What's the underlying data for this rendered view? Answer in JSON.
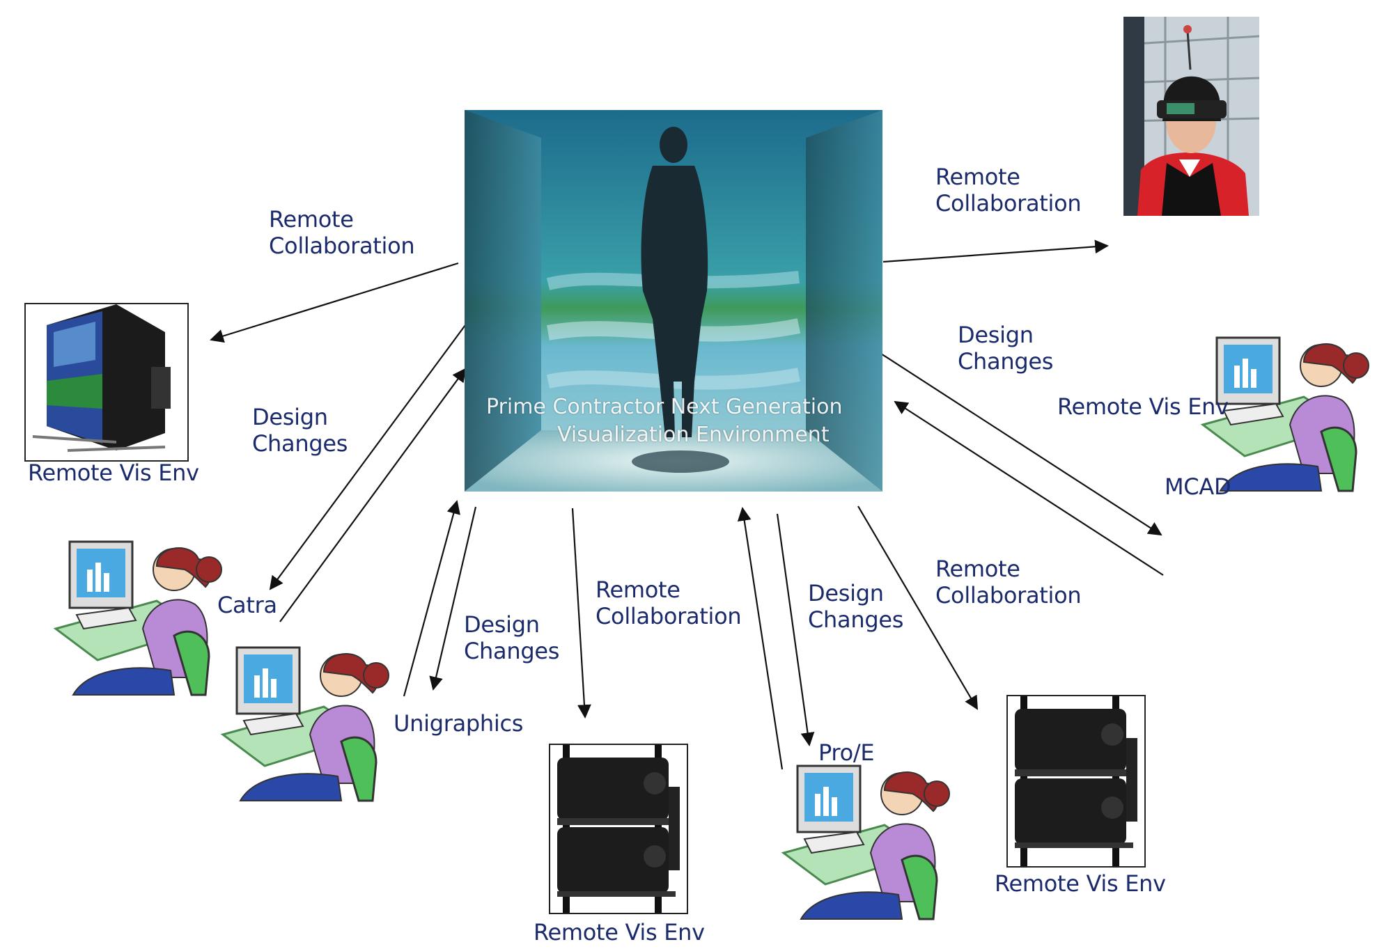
{
  "center": {
    "caption_line1": "Prime Contractor Next Generation",
    "caption_line2": "Visualization Environment"
  },
  "labels": {
    "remote_collab_topleft": [
      "Remote",
      "Collaboration"
    ],
    "remote_collab_topright": [
      "Remote",
      "Collaboration"
    ],
    "design_changes_left": [
      "Design",
      "Changes"
    ],
    "design_changes_right": [
      "Design",
      "Changes"
    ],
    "design_changes_bottom_left": [
      "Design",
      "Changes"
    ],
    "remote_collab_bottom_mid": [
      "Remote",
      "Collaboration"
    ],
    "design_changes_bottom_mid": [
      "Design",
      "Changes"
    ],
    "remote_collab_bottom_right": [
      "Remote",
      "Collaboration"
    ]
  },
  "nodes": {
    "remote_vis_env_left": "Remote Vis Env",
    "remote_vis_env_right": "Remote Vis Env",
    "remote_vis_env_bottom_mid": "Remote Vis Env",
    "remote_vis_env_bottom_right": "Remote Vis Env",
    "mcad": "MCAD",
    "catra": "Catra",
    "unigraphics": "Unigraphics",
    "proe": "Pro/E"
  },
  "colors": {
    "label_text": "#1b2a6b",
    "arrow": "#111111",
    "center_bg": "#2d6a8a"
  },
  "icons": [
    "projector-screen-icon",
    "hmd-user-icon",
    "workstation-user-icon",
    "projector-rack-icon"
  ]
}
